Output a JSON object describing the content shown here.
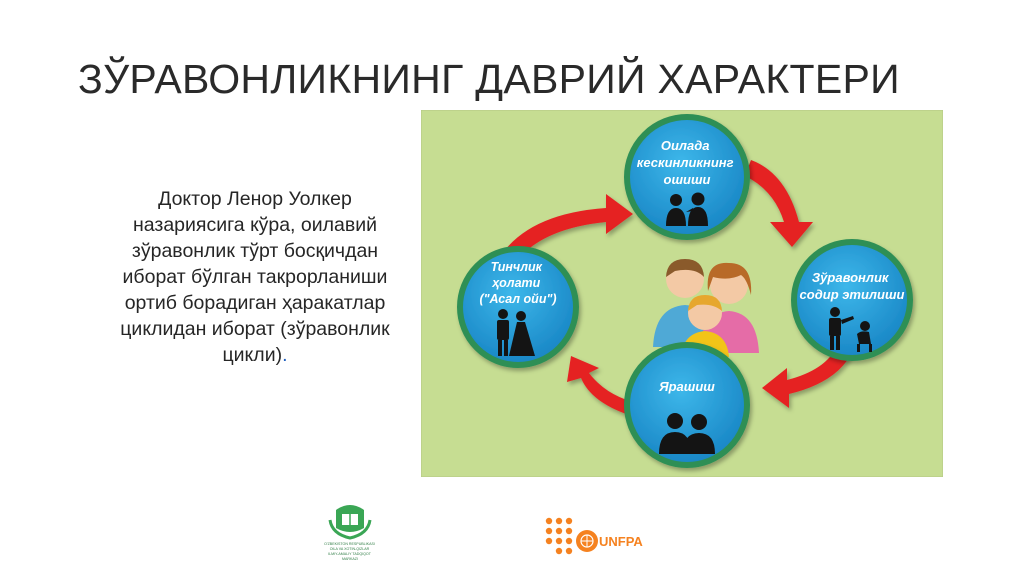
{
  "slide": {
    "title": "ЗЎРАВОНЛИКНИНГ ДАВРИЙ ХАРАКТЕРИ",
    "description": "Доктор Ленор Уолкер назариясига кўра, оилавий зўравонлик тўрт босқичдан иборат бўлган такрорланиши ортиб борадиган ҳаракатлар циклидан иборат (зўравонлик цикли)",
    "description_end": "."
  },
  "cycle": {
    "stages": [
      {
        "id": "tension",
        "lines": [
          "Оилада",
          "кескинликнинг",
          "ошиши"
        ],
        "icon": "arguing-couple-icon"
      },
      {
        "id": "violence",
        "lines": [
          "Зўравонлик",
          "содир этилиши"
        ],
        "icon": "violence-scene-icon"
      },
      {
        "id": "reconciliation",
        "lines": [
          "Ярашиш"
        ],
        "icon": "reconciled-couple-icon"
      },
      {
        "id": "calm",
        "lines": [
          "Тинчлик",
          "ҳолати",
          "(\"Асал ойи\")"
        ],
        "icon": "wedding-couple-icon"
      }
    ],
    "center_icon": "family-icon",
    "colors": {
      "background": "#c6dd92",
      "circle_fill": "#1f9fd8",
      "circle_ring": "#2e8f55",
      "arrow": "#e52224",
      "family_mother": "#e56ca7",
      "family_father": "#4fa9d6",
      "family_child": "#f2c418"
    }
  },
  "logos": {
    "left": {
      "icon": "green-book-emblem-icon",
      "line1": "O'ZBEKISTON RESPUBLIKASI",
      "line2": "OILA VA XOTIN-QIZLAR",
      "line3": "ILMIY-AMALIY TADQIQOT",
      "line4": "MARKAZI"
    },
    "right": {
      "text": "UNFPA",
      "color": "#f58220"
    }
  }
}
